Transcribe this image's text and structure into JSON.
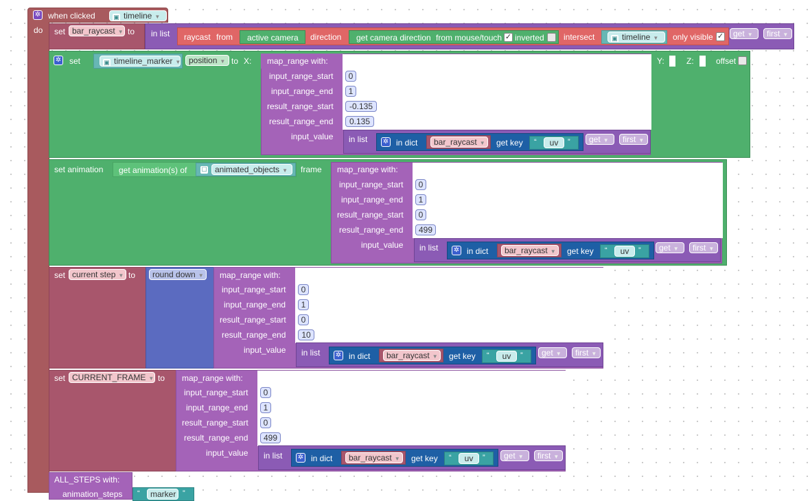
{
  "hat": {
    "label": "when clicked",
    "object": "timeline"
  },
  "do_label": "do",
  "stmt1": {
    "set": "set",
    "var": "bar_raycast",
    "to": "to",
    "in_list": "in list",
    "raycast": "raycast",
    "from": "from",
    "source": "active camera",
    "direction": "direction",
    "get_dir": "get camera direction",
    "from_mouse": "from mouse/touch",
    "inverted": "inverted",
    "inverted_checked": true,
    "intersect": "intersect",
    "target": "timeline",
    "only_visible": "only visible",
    "only_visible_checked": true,
    "get": "get",
    "first": "first"
  },
  "stmt2": {
    "set": "set",
    "object": "timeline_marker",
    "property": "position",
    "to": "to",
    "x": "X:",
    "y": "Y:",
    "z": "Z:",
    "offset": "offset",
    "map_range": "map_range  with:",
    "rows": [
      {
        "label": "input_range_start",
        "value": "0"
      },
      {
        "label": "input_range_end",
        "value": "1"
      },
      {
        "label": "result_range_start",
        "value": "-0.135"
      },
      {
        "label": "result_range_end",
        "value": "0.135"
      }
    ],
    "input_value": "input_value",
    "in_list": "in list",
    "in_dict": "in dict",
    "dict_var": "bar_raycast",
    "get_key": "get key",
    "key": "uv",
    "get": "get",
    "first": "first"
  },
  "stmt3": {
    "set_animation": "set animation",
    "get_anims": "get animation(s) of",
    "objects": "animated_objects",
    "frame": "frame",
    "map_range": "map_range  with:",
    "rows": [
      {
        "label": "input_range_start",
        "value": "0"
      },
      {
        "label": "input_range_end",
        "value": "1"
      },
      {
        "label": "result_range_start",
        "value": "0"
      },
      {
        "label": "result_range_end",
        "value": "499"
      }
    ],
    "input_value": "input_value",
    "in_list": "in list",
    "in_dict": "in dict",
    "dict_var": "bar_raycast",
    "get_key": "get key",
    "key": "uv",
    "get": "get",
    "first": "first"
  },
  "stmt4": {
    "set": "set",
    "var": "current step",
    "to": "to",
    "round": "round down",
    "map_range": "map_range  with:",
    "rows": [
      {
        "label": "input_range_start",
        "value": "0"
      },
      {
        "label": "input_range_end",
        "value": "1"
      },
      {
        "label": "result_range_start",
        "value": "0"
      },
      {
        "label": "result_range_end",
        "value": "10"
      }
    ],
    "input_value": "input_value",
    "in_list": "in list",
    "in_dict": "in dict",
    "dict_var": "bar_raycast",
    "get_key": "get key",
    "key": "uv",
    "get": "get",
    "first": "first"
  },
  "stmt5": {
    "set": "set",
    "var": "CURRENT_FRAME",
    "to": "to",
    "map_range": "map_range  with:",
    "rows": [
      {
        "label": "input_range_start",
        "value": "0"
      },
      {
        "label": "input_range_end",
        "value": "1"
      },
      {
        "label": "result_range_start",
        "value": "0"
      },
      {
        "label": "result_range_end",
        "value": "499"
      }
    ],
    "input_value": "input_value",
    "in_list": "in list",
    "in_dict": "in dict",
    "dict_var": "bar_raycast",
    "get_key": "get key",
    "key": "uv",
    "get": "get",
    "first": "first"
  },
  "stmt6": {
    "label": "ALL_STEPS  with:",
    "row_label": "animation_steps",
    "row_value": "marker"
  }
}
